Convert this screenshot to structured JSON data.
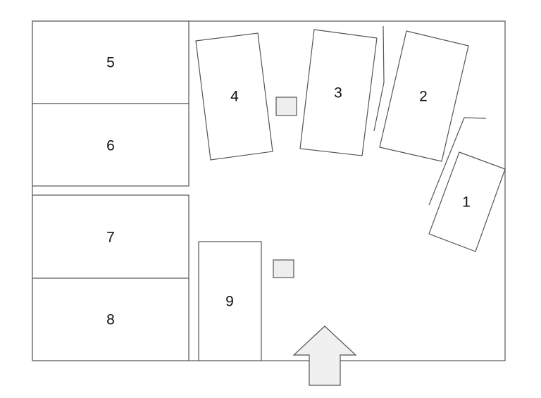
{
  "units": [
    {
      "id": "u1",
      "label": "1"
    },
    {
      "id": "u2",
      "label": "2"
    },
    {
      "id": "u3",
      "label": "3"
    },
    {
      "id": "u4",
      "label": "4"
    },
    {
      "id": "u5",
      "label": "5"
    },
    {
      "id": "u6",
      "label": "6"
    },
    {
      "id": "u7",
      "label": "7"
    },
    {
      "id": "u8",
      "label": "8"
    },
    {
      "id": "u9",
      "label": "9"
    }
  ],
  "colors": {
    "stroke": "#555555",
    "marker_fill": "#eeeeee",
    "arrow_fill": "#f0f0f0",
    "background": "#ffffff"
  },
  "icons": {
    "entrance": "up-arrow-icon"
  }
}
